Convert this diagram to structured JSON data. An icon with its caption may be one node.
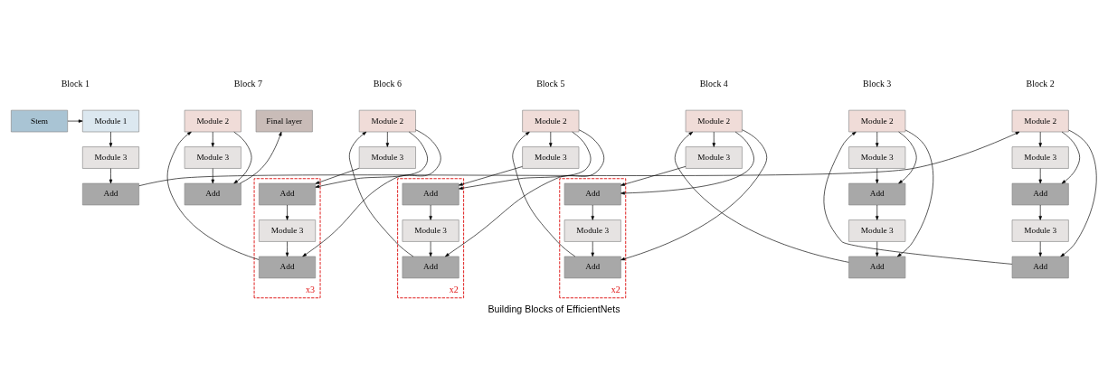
{
  "diagram": {
    "caption": "Building Blocks of EfficientNets",
    "nodes": [
      {
        "text": [
          "Stem"
        ]
      },
      {
        "text": [
          "Module 1"
        ]
      },
      {
        "text": [
          "Module 3"
        ]
      },
      {
        "text": [
          "Add"
        ]
      },
      {
        "text": [
          "Module 2"
        ]
      },
      {
        "text": [
          "Module 3"
        ]
      },
      {
        "text": [
          "Add"
        ]
      },
      {
        "text": [
          "Module 3"
        ]
      },
      {
        "text": [
          "Add"
        ]
      },
      {
        "text": [
          "Module 2"
        ]
      },
      {
        "text": [
          "Module 3"
        ]
      },
      {
        "text": [
          "Add"
        ]
      },
      {
        "text": [
          "Module 3"
        ]
      },
      {
        "text": [
          "Add"
        ]
      },
      {
        "text": [
          "Module 2"
        ]
      },
      {
        "text": [
          "Module 3"
        ]
      },
      {
        "text": [
          "x2"
        ]
      },
      {
        "text": [
          "Add"
        ],
        "in": 16
      },
      {
        "text": [
          "Module 3"
        ],
        "in": 16
      },
      {
        "text": [
          "Add"
        ],
        "in": 16
      },
      {
        "text": [
          "Module 2"
        ]
      },
      {
        "text": [
          "Module 3"
        ]
      },
      {
        "text": [
          "x2"
        ]
      },
      {
        "text": [
          "Add"
        ],
        "in": 22
      },
      {
        "text": [
          "Module 3"
        ],
        "in": 22
      },
      {
        "text": [
          "Add"
        ],
        "in": 22
      },
      {
        "text": [
          "Module 2"
        ]
      },
      {
        "text": [
          "Module 3"
        ]
      },
      {
        "text": [
          "x3"
        ]
      },
      {
        "text": [
          "Add"
        ],
        "in": 28
      },
      {
        "text": [
          "Module 3"
        ],
        "in": 28
      },
      {
        "text": [
          "Add"
        ],
        "in": 28
      },
      {
        "text": [
          "Module 2"
        ]
      },
      {
        "text": [
          "Module 3"
        ]
      },
      {
        "text": [
          "Add"
        ]
      },
      {
        "text": [
          "Final layer"
        ]
      }
    ],
    "edges": [
      {
        "from": 0,
        "to": 1,
        "arrow": "to"
      },
      {
        "from": 1,
        "to": 2,
        "arrow": "to"
      },
      {
        "from": 2,
        "to": 3,
        "arrow": "to"
      },
      {
        "from": 3,
        "to": 4,
        "arrow": "to"
      },
      {
        "from": 4,
        "to": 5,
        "arrow": "to"
      },
      {
        "from": 5,
        "to": 6,
        "arrow": "to"
      },
      {
        "from": 6,
        "to": 7,
        "arrow": "to"
      },
      {
        "from": 7,
        "to": 8,
        "arrow": "to"
      },
      {
        "from": 4,
        "to": 6,
        "arrow": "to"
      },
      {
        "from": 4,
        "to": 8,
        "arrow": "to"
      },
      {
        "from": 8,
        "to": 9,
        "arrow": "to"
      },
      {
        "from": 9,
        "to": 10,
        "arrow": "to"
      },
      {
        "from": 10,
        "to": 11,
        "arrow": "to"
      },
      {
        "from": 11,
        "to": 12,
        "arrow": "to"
      },
      {
        "from": 12,
        "to": 13,
        "arrow": "to"
      },
      {
        "from": 9,
        "to": 11,
        "arrow": "to"
      },
      {
        "from": 9,
        "to": 13,
        "arrow": "to"
      },
      {
        "from": 13,
        "to": 14,
        "arrow": "to"
      },
      {
        "from": 14,
        "to": 15,
        "arrow": "to"
      },
      {
        "from": 15,
        "to": 17,
        "arrow": "to"
      },
      {
        "from": 17,
        "to": 18,
        "arrow": "to"
      },
      {
        "from": 18,
        "to": 19,
        "arrow": "to"
      },
      {
        "from": 14,
        "to": 17,
        "arrow": "to"
      },
      {
        "from": 14,
        "to": 19,
        "arrow": "to"
      },
      {
        "from": 19,
        "to": 20,
        "arrow": "to"
      },
      {
        "from": 20,
        "to": 21,
        "arrow": "to"
      },
      {
        "from": 21,
        "to": 23,
        "arrow": "to"
      },
      {
        "from": 23,
        "to": 24,
        "arrow": "to"
      },
      {
        "from": 24,
        "to": 25,
        "arrow": "to"
      },
      {
        "from": 20,
        "to": 23,
        "arrow": "to"
      },
      {
        "from": 20,
        "to": 25,
        "arrow": "to"
      },
      {
        "from": 25,
        "to": 26,
        "arrow": "to"
      },
      {
        "from": 26,
        "to": 27,
        "arrow": "to"
      },
      {
        "from": 27,
        "to": 29,
        "arrow": "to"
      },
      {
        "from": 29,
        "to": 30,
        "arrow": "to"
      },
      {
        "from": 30,
        "to": 31,
        "arrow": "to"
      },
      {
        "from": 26,
        "to": 29,
        "arrow": "to"
      },
      {
        "from": 26,
        "to": 31,
        "arrow": "to"
      },
      {
        "from": 31,
        "to": 32,
        "arrow": "to"
      },
      {
        "from": 32,
        "to": 33,
        "arrow": "to"
      },
      {
        "from": 33,
        "to": 34,
        "arrow": "to"
      },
      {
        "from": 32,
        "to": 34,
        "arrow": "to"
      },
      {
        "from": 34,
        "to": 35,
        "arrow": "to"
      }
    ],
    "labels": [
      "Block 1",
      "Block 2",
      "Block 3",
      "Block 4",
      "Block 5",
      "Block 6",
      "Block 7"
    ]
  }
}
